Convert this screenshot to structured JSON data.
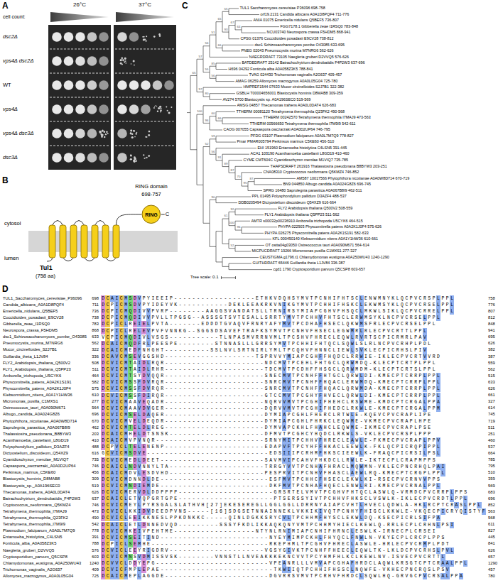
{
  "diagram": {
    "nodes": [
      {
        "text": [
          "RING"
        ]
      }
    ],
    "labels": [
      "A",
      "26°C",
      "37°C",
      "cell count:",
      "dsc2Δ",
      "vps4Δ dsc2Δ",
      "WT",
      "vps4Δ",
      "vps4Δ dsc3Δ",
      "dsc3Δ",
      "B",
      "RING domain",
      "698-757",
      "C",
      "cytosol",
      "lumen",
      "Tul1",
      "(758 aa)",
      "C",
      "TUL1 Saccharomyces cerevisiae P36096 698-758",
      "orf19.2131 Candida albicans A0A1D8PQF4 711-776",
      "ANIA 01075 Emericella nidulans Q5BEF5 736-807",
      "FGG7178.1 Gibberella zeae I1RSQ0 783-848",
      "NCU03740 Neurospora crassa F5HDM5 868-941",
      "CPSG 01376 Coccidioides posadasii E9CV28 738-812",
      "dsc1 Schizosaccharomyces pombe O43085 633-695",
      "PNEG 02043 Pneumocystis murina M7NRG6 562-626",
      "NAEGRDRAFT 73105 Naegleria gruberi D2VVQ5 576-626",
      "BATDEDRAFT 25142 Batrachochytrium dendrobatidis F4P2W3 637-696",
      "H696 04292 Fonticula alba A0A058Z3K5 788-841",
      "TVAG 024430 Trichomonas vaginalis A2G637 409-457",
      "AMAG 06259 Allomyces macrogynus A0A0L05G04 725-780",
      "HMPREF1544 07633 Mucor circinelloides S2J7B1 322-382",
      "GSBLH T00004656001 Blastocystis hominis D8MAB8 309-359",
      "AV274 5700 Blastocystis sp. A0A196SEC0 519-569",
      "AMSG 04857 Thecamonas trahens A0A0L0DAT4 626-683",
      "TTHERM 00081120 Tetrahymena thermophila Q23FK2 490-568",
      "TTHERM 00242570 Tetrahymena thermophila I7MAJ9 473-563",
      "TTHERM 00566650 Tetrahymena thermophila I7M9I9 542-611",
      "CAOG 007055 Capsaspora owczarzaki A0A0D2UP64 746-795",
      "PFDG 03107 Plasmodium falciparum A0A0L7M7Q9 778-827",
      "Pmar PMAR005794 Perkinsus marinus C5KE60 456-510",
      "EHI 151960 Entamoeba histolytica C4LSN5 391-445",
      "ACA1 103190 Acanthamoeba castellanii L8GD19 410-460",
      "CYME CMT604C Cyanidioschyzon merolae M1VIQ7 735-785",
      "THAPSDRAFT 261916 Thalassiosira pseudonana B8BYW3 203-251",
      "CNA08310 Cryptococcus neoformans Q5KMZ4 746-852",
      "AM587 10017566 Phytophthora nicotianae A0A0W8D714 670-719",
      "BN9 044850 Albugo candida A0A024G8Z6 696-745",
      "SPRG 16480 Saprolegnia parasitica A0A067B8I9 462-511",
      "PPL 01495 Polysphondylium pallidum D3AZF4 488-537",
      "DDB0205494 Dictyostelium discoideum Q54XZ9 616-664",
      "FLY2 Arabidopsis thaliana Q500V2 508-559",
      "FLY1 Arabidopsis thaliana Q5PP23 511-562",
      "AMTR s00032p00236910 Amborella trichopoda U5CYK6 464-515",
      "PHYPA 022903 Physcomitrella patens A0A2K1J0F4 575-626",
      "PHYPA 026275 Physcomitrella patens A0A2K1S191 582-633",
      "KFL 000450140 Klebsormidium nitens A0A1Y1HW36 610-661",
      "OT ostta04g03050 Ostreococcus tauri A0A090M671 564-614",
      "MICPUCDRAFT 19266 Micromonas pusilla C1MXS1 277-327",
      "CEUSTIGMA g1796.t1 Chlamydomonas eustigma A0A250WU43 1240-1290",
      "GUITHDRAFT 65446 Guillardia theta L1JV84 336-387",
      "cgd1 1790 Cryptosporidium parvum Q5CSP8 603-657",
      "55",
      "64",
      "67",
      "93",
      "65",
      "66",
      "51",
      "56",
      "85",
      "56",
      "55",
      "57",
      "80",
      "97",
      "65",
      "66",
      "60",
      "96",
      "100",
      "59",
      "87",
      "95",
      "70",
      "87",
      "89",
      "91",
      "56",
      "52",
      "90",
      "92",
      "96",
      "100",
      "61",
      "52",
      "Tree scale: 0.1",
      "D",
      "TUL1_Saccharomyces_cerevisiae_P36096",
      "698",
      "DCAICMSDVPYIEEIP------------------ETHKVDQHSYMVTPCNHIFHTSCLENWMNYKLQCPVCRSPLPPL",
      "758",
      "Candida_albicans_A0A1D8PQF4",
      "711",
      "DCPICMSDVPYIDEYVK-----------DEKLEEAKRKVNIKGYMVTPCHHIFHSKCLEKWMSYKLQCPVCRSELPPL",
      "776",
      "Emericella_nidulans_Q5BEF5",
      "736",
      "DCPICMQDIVVPVRP--------AAGGSVANDATSLLTRNIRSYMIAPCGHVFHSQCLMKWLSIKLQCPVCRRELPPL",
      "807",
      "Coccidioides_posadasii_E9CV28",
      "738",
      "DCPICMQDIVVPVLLTPGSG--ASSSGTSVTESALLSRRTYMVTPCHHVFHTSCLERWMSYKLNCPVCRSELPPL",
      "812",
      "Gibberella_zeae_I1RSQ0",
      "783",
      "DCPICLREIELPVTA-------EDDDTGVAQVFRNRYAFYMVTPCDHAFHSECLQKWMSFRLECPVCRSELPPL",
      "848",
      "Neurospora_crassa_F5HDM5",
      "868",
      "DCPICLRELEVPVFVNNKG--SGGSDSAVEFTRAFKSYMVTPCNHVFHSECLEGWMRLRLECPVCRTTLPPL",
      "941",
      "dsc1_Schizosaccharomyces_pombe_O43085",
      "633",
      "VCPICMQDIVLVSGS-----------TLNPASMVRRNVMLTPCSHVFHRECLEQWLRVRTSCPICRMRLPAV",
      "695",
      "Pneumocystis_murina_M7NRG6",
      "562",
      "DCAICMQDFRLPEESPE--------STNNASLLLGRRSYMVTPCHHIFHTQCLSQWLSLRLNCPVCRHPLPDL",
      "626",
      "Mucor_circinelloides_S2J7B1",
      "322",
      "DCAICMEDFNHGHT----------SSLNVLSRTNIRLYMLTPCQHVFHNNCLIEWLSVKLECPICRHSLPIV",
      "382",
      "Guillardia_theta_L1JV84",
      "336",
      "DCAVCMSEVGGSHD--------------------TSPRVVYMIAPCGHFFHQDCLRRWIE-IKLECPVCRTVVRD",
      "387",
      "FLY2_Arabidopsis_thaliana_Q500V2",
      "508",
      "DCVICMTAIDLRQR----------------------NDCMVTPCEHLFHTGCLQRWMDQ-KLECPTCRTPLPPL",
      "559",
      "FLY1_Arabidopsis_thaliana_Q5PP23",
      "511",
      "DCVICMTAIDLRHR----------------------TDCMVTPCDHFFHSGCLQRWMDM-KLECPTCRTSLPPL",
      "562",
      "Amborella_trichopoda_U5CYK6",
      "464",
      "DCVICMTSYDVQQR----------------------SNECMVTPCNHFFHTGCLQRWLDI-KMECPTCRRPLPPL",
      "515",
      "Physcomitrella_patens_A0A2K1S191",
      "582",
      "DCVICMSSFDVRQR----------------------SNRCMVTPCNHFFHQACLERWMDQ-KMECPTCRRPLPPL",
      "633",
      "Physcomitrella_patens_A0A2K1J0F4",
      "575",
      "DCVICMSSFDVRQR----------------------SNRCMVTPCNHFFHQACLQRWMDA-KMECPTCRRPLPPL",
      "626",
      "Klebsormidium_nitens_A0A1Y1HW36",
      "610",
      "DCVICMSSFDIRQR----------------------GTCCMVTPCGHYFHVECLQRWLDI-KMECPTCRRPLPPL",
      "661",
      "Micromonas_pusilla_C1MXS1",
      "277",
      "DCVICMAAVEQADR----------------------NQRVVMVTPCGHIFHEHCLRSWME-KMDCPTCRGALPPA",
      "327",
      "Ostreococcus_tauri_A0A090M671",
      "564",
      "DCVICMAAVDVGER----------------------DQRVVMVTPCGHIFHEDCLRKWLE-KMECPTCRGALPPM",
      "614",
      "Albugo_candida_A0A024G8Z6",
      "696",
      "DCVICMSELDAQER----------------------DYMIAPCGHLFHERCLRTWLE-KQEVCPVCRAPLIPE",
      "745",
      "Phytophthora_nicotianae_A0A0W8D714",
      "670",
      "DCVICMVELDEQDR----------------------DYMIAPCGHLFHRKCLEQWME-VKMECPVCRAPLHPE",
      "719",
      "Saprolegnia_parasitica_A0A067B8I9",
      "462",
      "DCVICMTELDLREG----------------------DYMVAPCKHLFHAHCLEQWME-IKMECPVCRAPLPSE",
      "511",
      "Thalassiosira_pseudonana_B8BYW3",
      "203",
      "DCAICMHELDTSNSK---------------------DFMVTPCGHCYHQDCLRKWLS-VKLECPVCRSPLPPP",
      "251",
      "Acanthamoeba_castellanii_L8GD19",
      "410",
      "DCAICMVPVNQR------------------------SRNYMITPCHHVFHRECLEAWLE-FKMECPVCRAPLPPV",
      "460",
      "Polysphondylium_pallidum_D3AZF4",
      "488",
      "DCPVCLTELENENP----------------------EDAPVFTPCYHFFHKACLEEWLK-FKLQCPICRQPIPPL",
      "537",
      "Dictyostelium_discoideum_Q54XZ9",
      "616",
      "GCVICMSDVE---------------------------EDSIIIPCRHMFHKSCIEEWLK-FRAQCPICRSILPSL",
      "664",
      "Cyanidioschyzon_merolae_M1VIQ7",
      "735",
      "DCVICMEDLDEET-----------------------SAVMVIPCAHVFHKDCLLRWLE-IKTECPLCRAPMPPS",
      "785",
      "Capsaspora_owczarzaki_A0A0D2UP64",
      "746",
      "DCAICLNDVNNYLTA---------------------TRRGYVVTPCNHAFHRACLMQWMN-VKLECPNCRHQLPAI",
      "795",
      "Perkinsus_marinus_C5KE60",
      "456",
      "DCAICMDVLESDVHD---------------------PESPRVITPCNHVFHASCLAEWLRQ-KMECPTCRGPLPPL",
      "510",
      "Blastocystis_hominis_D8MAB8",
      "309",
      "DCVICMDNNDLDE------------------------ESFMVTPCHHCFHSECLEKWLKI-RSECPVCRNVVPPS",
      "359",
      "Blastocystis_sp._A0A196SEC0",
      "519",
      "DCVICMNDIEMDE------------------------DKFMVTPCNHAFHQECLENWLRI-KMECPVCRNALPPL",
      "569",
      "Thecamonas_trahens_A0A0L0DAT4",
      "626",
      "DCVICMERVDLDDPPPP---------------------GRSRTELVMVTPCGHVFHTQCLASWLQ-VRMDCPVCRRPLPPS",
      "683",
      "Batrachochytrium_dendrobatidis_F4P2W3",
      "637",
      "DCAICLETVQPGRTGPE---------------------PTSERSSYIVTPCHHVFHKSCLVSWLK-IKLECPVCRDTLPPL",
      "696",
      "Cryptococcus_neoformans_Q5KMZ4",
      "746",
      "DCVICMEYLPYRSGALSLATHVH[27]EKESEREGLLGGLGGLLDRRNYAIAPCVHTLHVECLQDWLA-HKLRCPTCRASLPPL",
      "852",
      "Tetrahymena_thermophila_I7MAJ9",
      "473",
      "DCVICLKKIDVDEEDPVNS-----[16]SDGSETNNAINNEKLVKKIKIVQTPCNHYFHIGCLKKWLE-VKQECPICRYQISTYF",
      "563",
      "Tetrahymena_thermophila_Q23FK2",
      "490",
      "DCVICLEEIKKNESLPPKDNKKC-----QINLDGKKSRYCVLTPCHHMFHYSCLEKWLDQ-KSECPICRLSIFPA",
      "568",
      "Tetrahymena_thermophila_I7M9I9",
      "542",
      "DCAICLETLDNNEDVQD---------SSSYFKDLIKKAQKQNYVMTPCHHMYHIECLKEWLQ-RRLECPLCRHNLPSI",
      "611",
      "Plasmodium_falciparum_A0A0L7M7Q9",
      "778",
      "DCVICMKEIVPEHTME------------------NTYNLRNIMIAPCNHIFHRNCLESWLK-IRNECPLCRSEI",
      "827",
      "Entamoeba_histolytica_C4LSN5",
      "391",
      "DCVICMSEITIND------------------------NYEYMIMPCKHLFHYQCLFNWLN-VKYECPLCRCPLPPS",
      "445",
      "Fonticula_alba_A0A058Z3K5",
      "788",
      "DCPICLSEMHE--------------------------RKEPHMLTPCGHVFHRECLASWLE-HRLECPVCRMPLPDT",
      "841",
      "Naegleria_gruberi_D2VVQ5",
      "576",
      "DCVICLEEYRIGDRV---------------------VGSYGIVKTPCNHFFHEECLEQWLTK-LKLDCPVCRHSLPVL",
      "626",
      "Cryptosporidium_parvum_Q5CSP8",
      "603",
      "DCVICMNSVDMISSVSK--------VNNSTLLNVEAKKKEKNCVVTPCYHMFHLKCLKEWLNV-ISVECPVCRTTL",
      "657",
      "Chlamydomonas_eustigma_A0A250WU43",
      "1240",
      "DCVVCLDDYEPG-------------------------VPEANRLLLVMVAPCGHAFHRDCLAQWLKRSGTCPTCRAALPPL",
      "1290",
      "Trichomonas_vaginalis_A2G637",
      "409",
      "DCVICFMPLEPAE-------------------------TKWIIQTPCHHIFHSSCLNQWFE-VKHECPNCRQSLPSV",
      "457",
      "Allomyces_macrogynus_A0A0L05G04",
      "725",
      "DCAICMEPLAGGDE-----------------------DGVRRSVMVTPCRHVFHRDCLSQWLHQ-GRVGCPVCRSALPPA",
      "780"
    ]
  }
}
